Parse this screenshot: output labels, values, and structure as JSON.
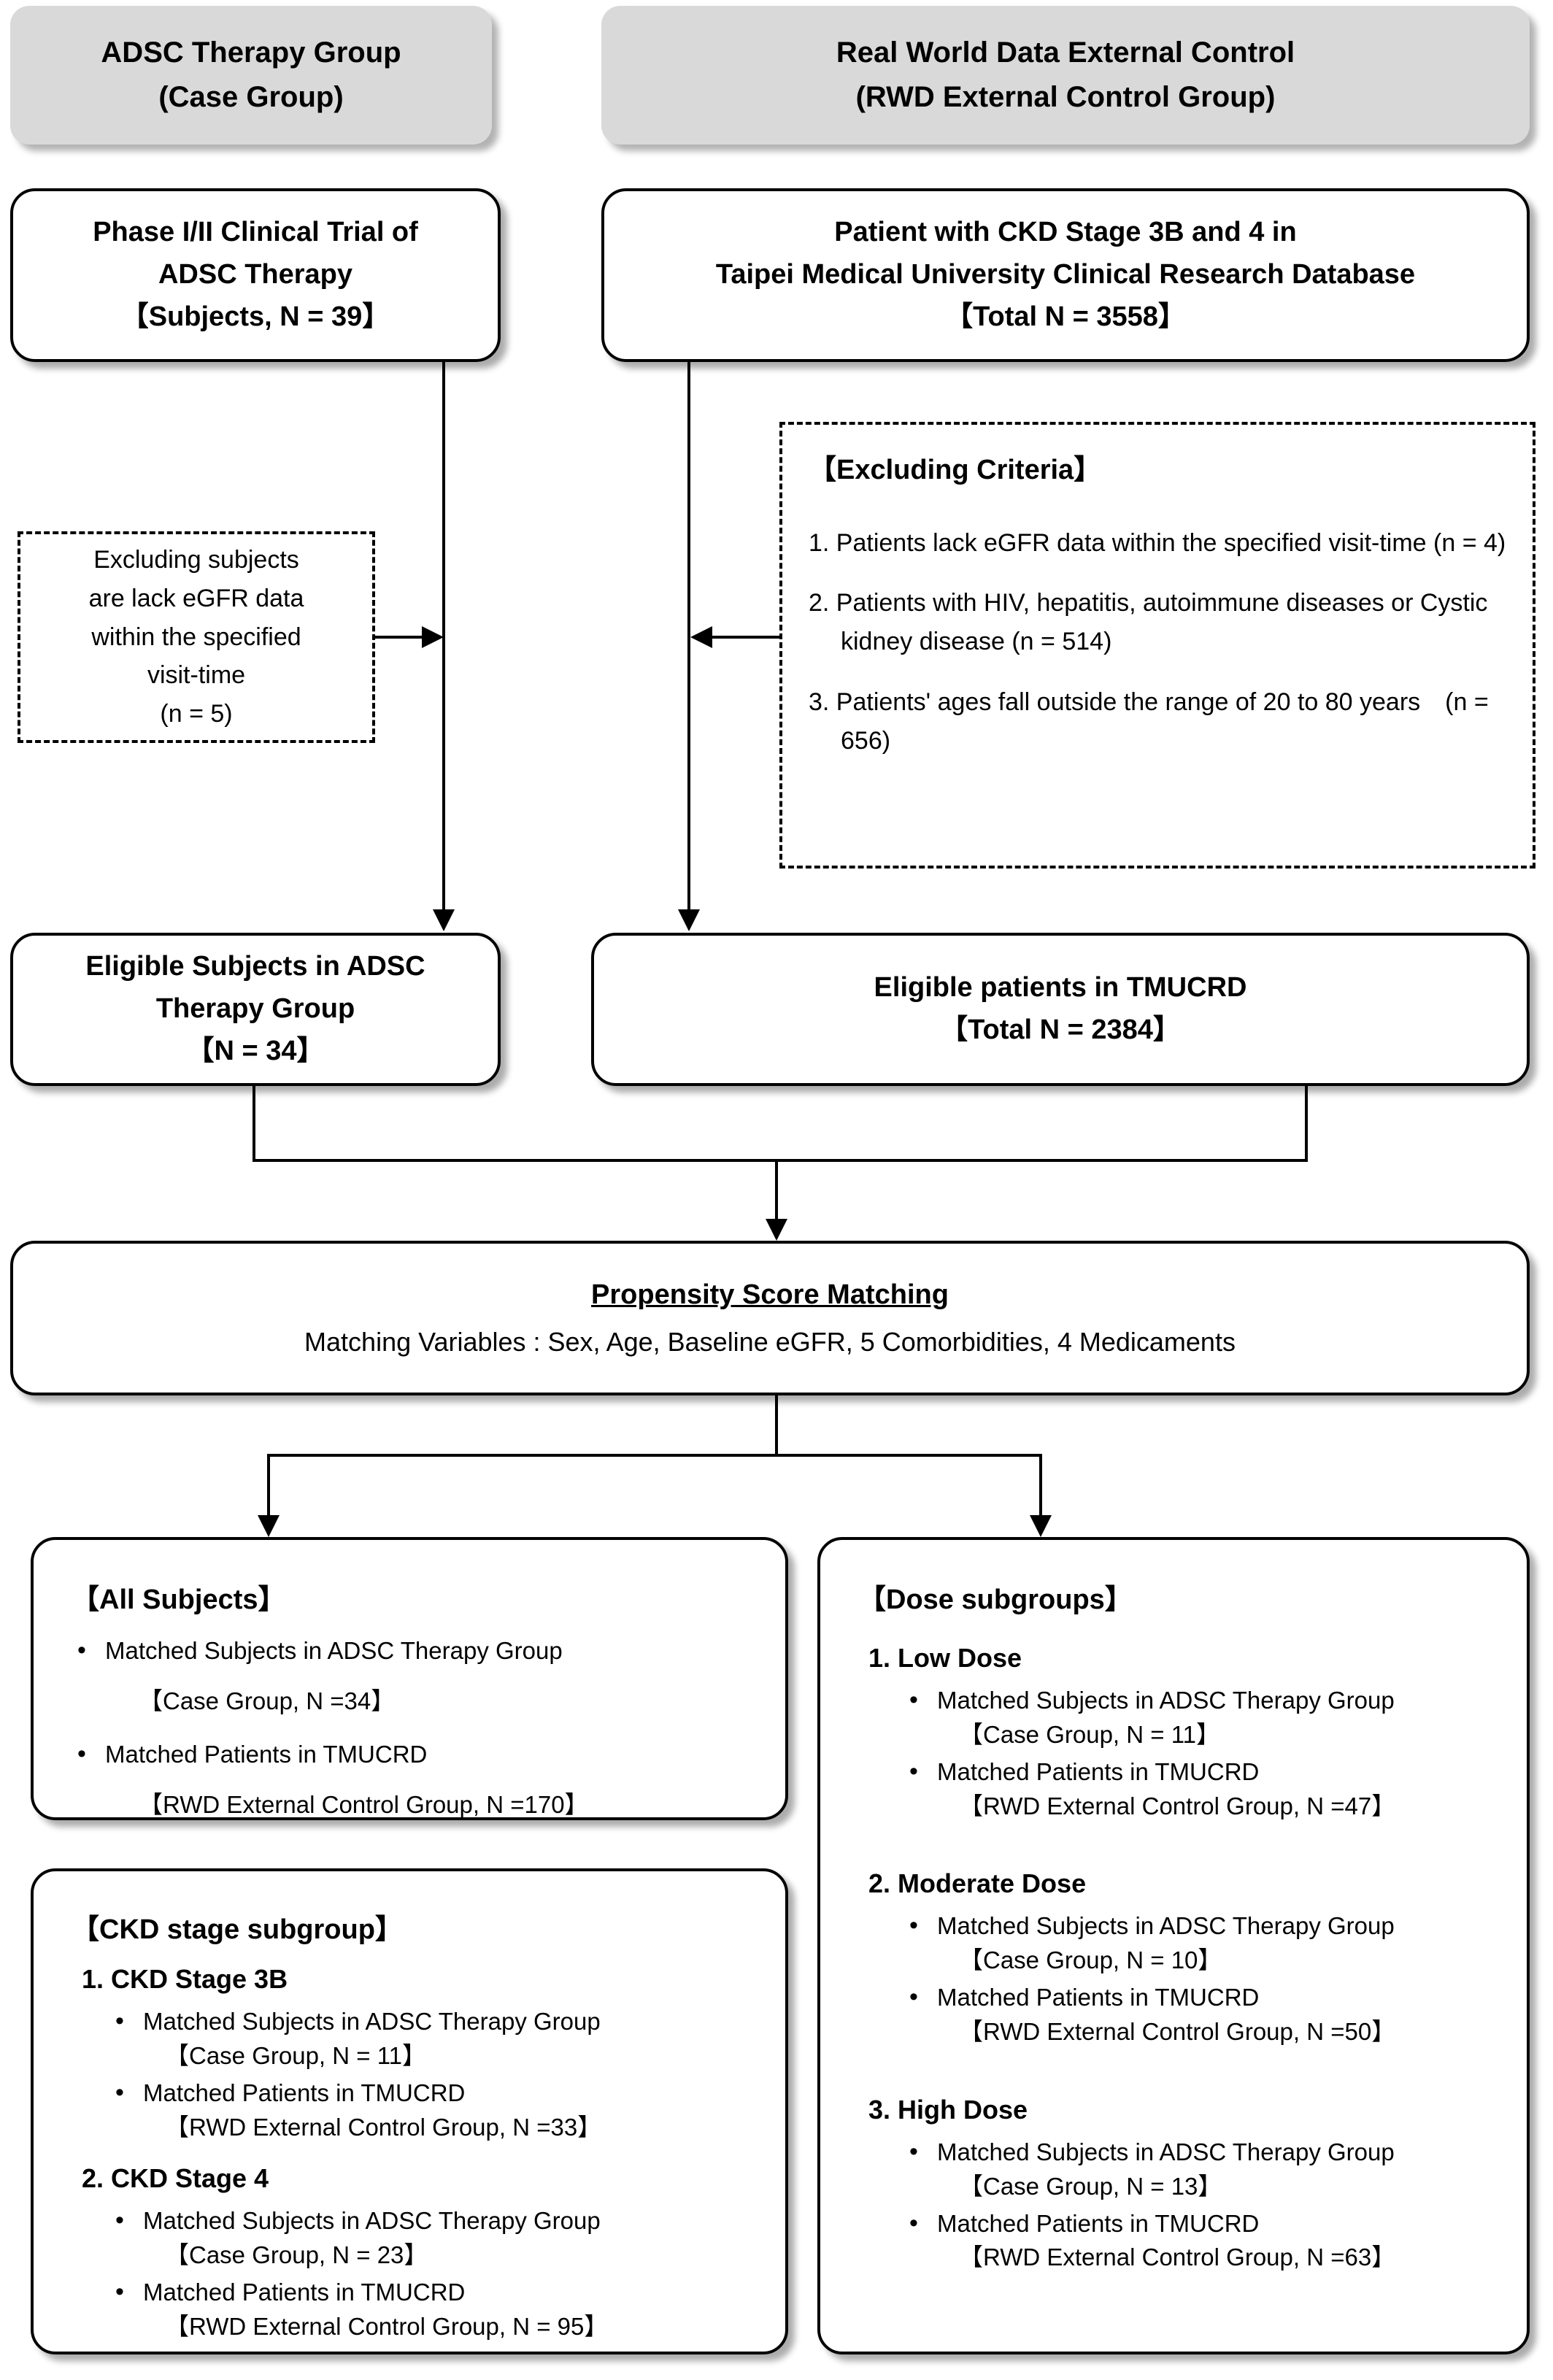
{
  "headers": {
    "case_group": {
      "line1": "ADSC Therapy Group",
      "line2": "(Case Group)"
    },
    "rwd_group": {
      "line1": "Real World Data External Control",
      "line2": "(RWD External Control Group)"
    }
  },
  "source_boxes": {
    "trial": {
      "line1": "Phase I/II Clinical Trial of",
      "line2": "ADSC Therapy",
      "line3": "【Subjects, N = 39】"
    },
    "database": {
      "line1": "Patient with CKD Stage 3B and 4 in",
      "line2": "Taipei Medical University Clinical Research Database",
      "line3": "【Total N = 3558】"
    }
  },
  "exclusion_left": {
    "line1": "Excluding subjects",
    "line2": "are lack eGFR data",
    "line3": "within the specified",
    "line4": "visit-time",
    "line5": "(n = 5)"
  },
  "exclusion_right": {
    "title": "【Excluding Criteria】",
    "items": [
      "1. Patients lack eGFR data within the specified visit-time (n = 4)",
      "2. Patients with HIV, hepatitis, autoimmune diseases or Cystic kidney disease (n = 514)",
      "3. Patients' ages fall outside the range of 20 to 80 years (n = 656)"
    ]
  },
  "eligible_boxes": {
    "adsc": {
      "line1": "Eligible Subjects in ADSC",
      "line2": "Therapy Group",
      "line3": "【N = 34】"
    },
    "tmucrd": {
      "line1": "Eligible patients in TMUCRD",
      "line2": "【Total N = 2384】"
    }
  },
  "psm": {
    "title": "Propensity Score Matching",
    "subtitle": "Matching Variables : Sex, Age, Baseline eGFR, 5 Comorbidities, 4 Medicaments"
  },
  "all_subjects": {
    "title": "【All Subjects】",
    "items": [
      {
        "label": "Matched Subjects in ADSC Therapy Group",
        "value": "【Case Group, N =34】"
      },
      {
        "label": "Matched Patients in TMUCRD",
        "value": "【RWD External Control Group, N =170】"
      }
    ]
  },
  "ckd_stage_subgroup": {
    "title": "【CKD stage subgroup】",
    "subgroups": [
      {
        "heading": "1. CKD Stage 3B",
        "items": [
          {
            "label": "Matched Subjects in ADSC Therapy Group",
            "value": "【Case Group, N = 11】"
          },
          {
            "label": "Matched Patients in TMUCRD",
            "value": "【RWD External Control Group, N =33】"
          }
        ]
      },
      {
        "heading": "2. CKD Stage 4",
        "items": [
          {
            "label": "Matched Subjects in ADSC Therapy Group",
            "value": "【Case Group, N = 23】"
          },
          {
            "label": "Matched Patients in TMUCRD",
            "value": "【RWD External Control Group, N = 95】"
          }
        ]
      }
    ]
  },
  "dose_subgroups": {
    "title": "【Dose subgroups】",
    "subgroups": [
      {
        "heading": "1. Low Dose",
        "items": [
          {
            "label": "Matched Subjects in ADSC Therapy Group",
            "value": "【Case Group, N = 11】"
          },
          {
            "label": "Matched Patients in TMUCRD",
            "value": "【RWD External Control Group, N =47】"
          }
        ]
      },
      {
        "heading": "2. Moderate Dose",
        "items": [
          {
            "label": "Matched Subjects in ADSC Therapy Group",
            "value": "【Case Group, N = 10】"
          },
          {
            "label": "Matched Patients in TMUCRD",
            "value": "【RWD External Control Group, N =50】"
          }
        ]
      },
      {
        "heading": "3. High Dose",
        "items": [
          {
            "label": "Matched Subjects in ADSC Therapy Group",
            "value": "【Case Group, N = 13】"
          },
          {
            "label": "Matched Patients in TMUCRD",
            "value": "【RWD External Control Group, N =63】"
          }
        ]
      }
    ]
  },
  "colors": {
    "header_fill": "#d9d9d9",
    "stroke": "#000000",
    "background": "#ffffff"
  }
}
